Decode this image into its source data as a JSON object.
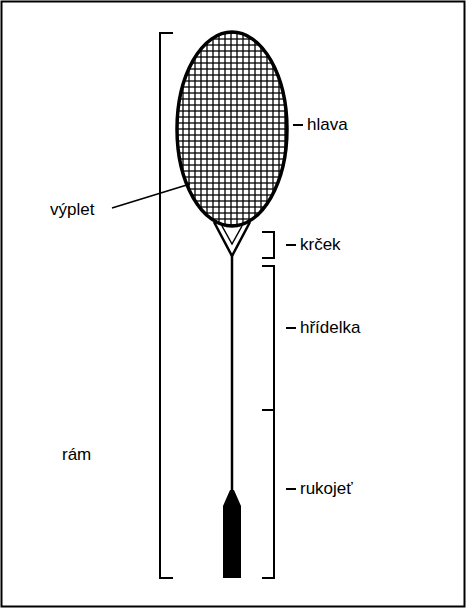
{
  "diagram": {
    "labels": [
      "hlava",
      "výplet",
      "krček",
      "hřídelka",
      "rám",
      "rukojeť"
    ]
  }
}
